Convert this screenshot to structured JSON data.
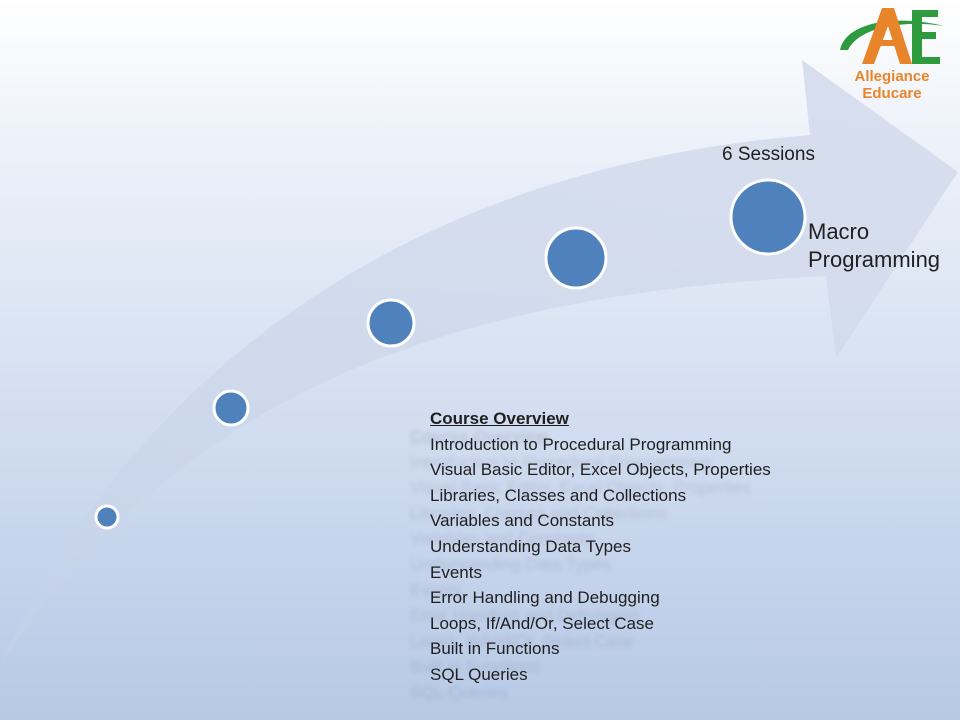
{
  "logo": {
    "initials": "AE",
    "name": "Allegiance Educare"
  },
  "milestone": {
    "sessions": "6 Sessions",
    "label": "Macro\nProgramming"
  },
  "overview": {
    "title": "Course Overview",
    "items": [
      "Introduction to Procedural Programming",
      "Visual Basic Editor, Excel Objects, Properties",
      "Libraries, Classes and Collections",
      "Variables and Constants",
      "Understanding Data Types",
      "Events",
      "Error Handling and Debugging",
      "Loops, If/And/Or, Select Case",
      "Built in Functions",
      "SQL Queries"
    ]
  },
  "colors": {
    "arrow": "#d3dcec",
    "circle": "#4f81bd",
    "circle_border": "#ffffff",
    "logo_green": "#2e9b3e",
    "logo_orange": "#e8852a"
  }
}
